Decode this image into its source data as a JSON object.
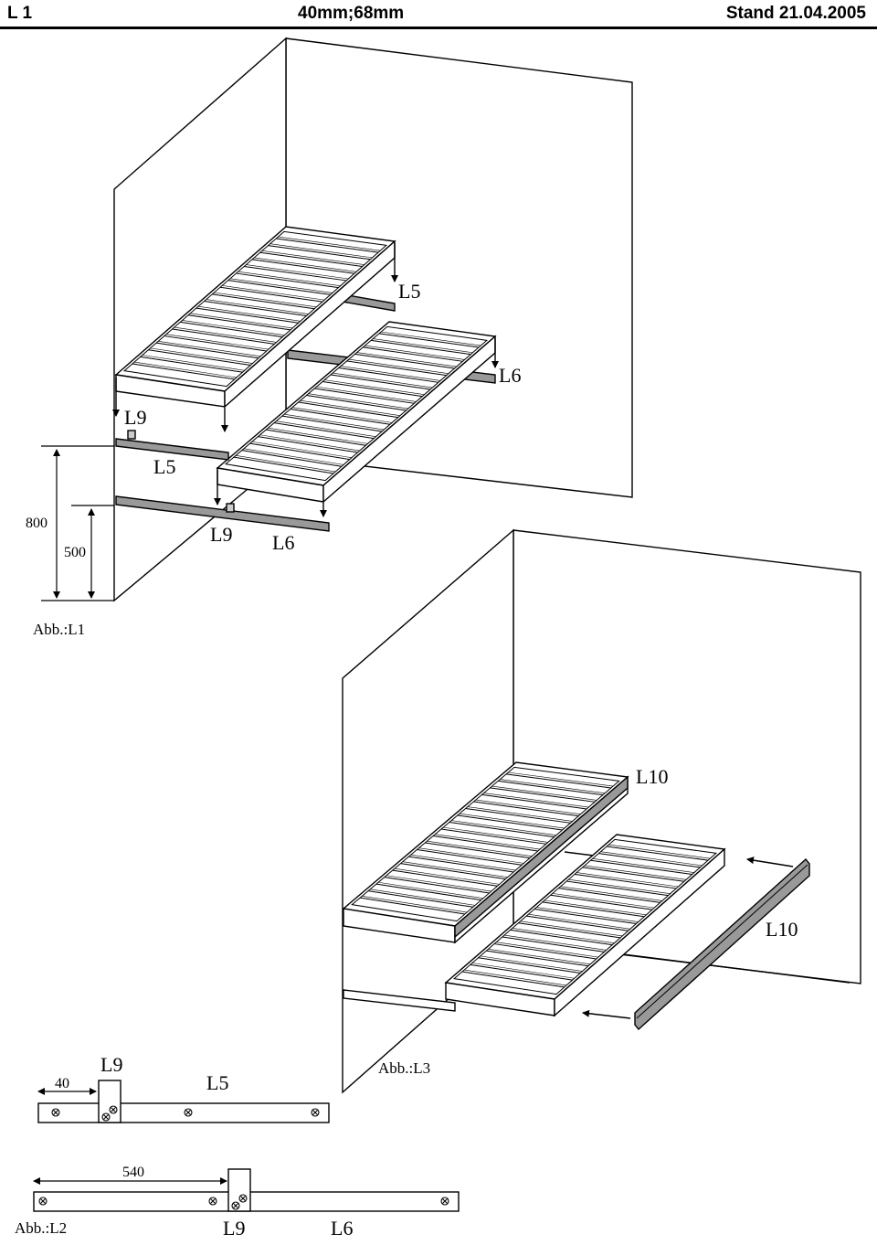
{
  "header": {
    "left": "L 1",
    "center": "40mm;68mm",
    "right": "Stand 21.04.2005"
  },
  "figure_l1": {
    "caption": "Abb.:L1",
    "labels": {
      "l5_top": "L5",
      "l6_top": "L6",
      "l9_left": "L9",
      "l5_mid": "L5",
      "l9_bottom": "L9",
      "l6_bottom": "L6"
    },
    "dims": {
      "height_outer": "800",
      "height_inner": "500"
    }
  },
  "figure_l3": {
    "caption": "Abb.:L3",
    "labels": {
      "l10_top": "L10",
      "l10_right": "L10"
    }
  },
  "figure_l2": {
    "caption": "Abb.:L2",
    "row1": {
      "dim": "40",
      "bracket": "L9",
      "rail": "L5"
    },
    "row2": {
      "dim": "540",
      "bracket": "L9",
      "rail": "L6"
    }
  }
}
